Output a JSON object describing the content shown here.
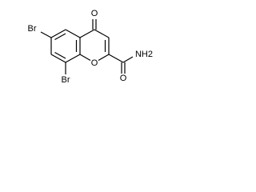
{
  "molecule": {
    "atoms": {
      "oxo_oxygen": "O",
      "ring_oxygen": "O",
      "bromine_6": "Br",
      "bromine_8": "Br",
      "amide_oxygen": "O",
      "amide_nitrogen": "NH2"
    }
  }
}
